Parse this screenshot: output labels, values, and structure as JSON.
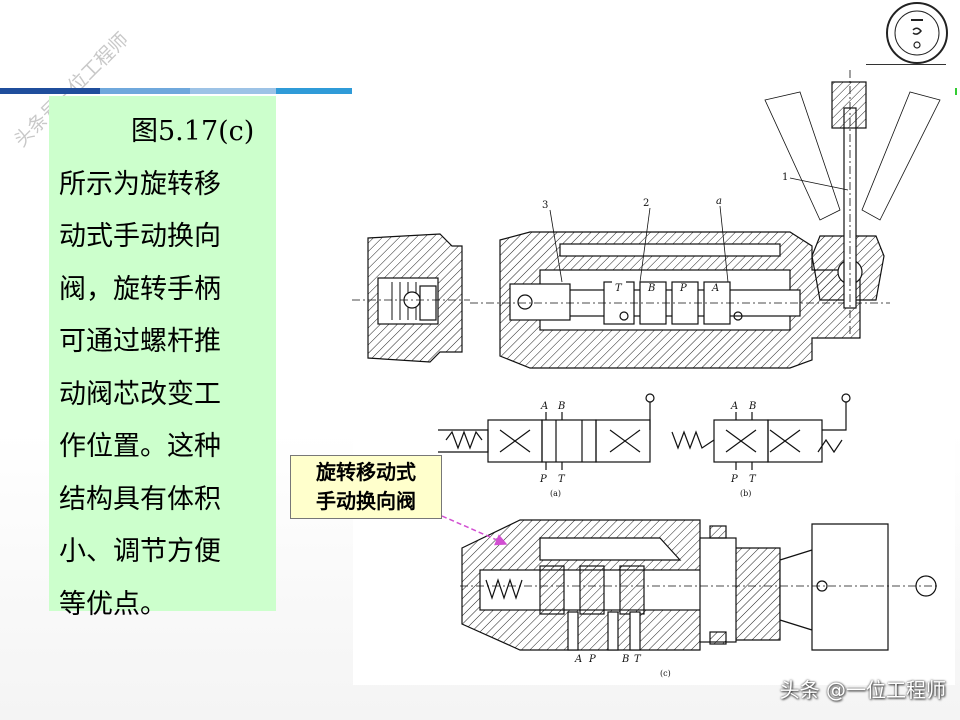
{
  "slide": {
    "body_lines": [
      "图5.17(c)",
      "所示为旋转移",
      "动式手动换向",
      "阀，旋转手柄",
      "可通过螺杆推",
      "动阀芯改变工",
      "作位置。这种",
      "结构具有体积",
      "小、调节方便",
      "等优点。"
    ],
    "callout_lines": [
      "旋转移动式",
      "手动换向阀"
    ],
    "accent_colors": [
      "#1f4e9c",
      "#6fa8dc",
      "#9dc3e6",
      "#2f9bd8"
    ],
    "text_box_color": "#ccffcc",
    "callout_color": "#ffffcc"
  },
  "figure": {
    "part_labels": {
      "p1": "1",
      "p2": "2",
      "p3": "3",
      "pa": "a"
    },
    "spool_labels": {
      "t": "T",
      "b": "B",
      "p": "P",
      "a": "A"
    },
    "symbol_a": {
      "top_a": "A",
      "top_b": "B",
      "bot_p": "P",
      "bot_t": "T",
      "caption": "(a)"
    },
    "symbol_b": {
      "top_a": "A",
      "top_b": "B",
      "bot_p": "P",
      "bot_t": "T",
      "caption": "(b)"
    },
    "section_c": {
      "l_a": "A",
      "l_p": "P",
      "l_b": "B",
      "l_t": "T",
      "caption": "(c)"
    }
  },
  "watermark": {
    "text": "头条号一位工程师"
  },
  "credit": {
    "text": "头条 @一位工程师"
  }
}
